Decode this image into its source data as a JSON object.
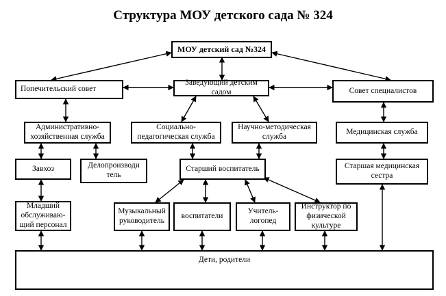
{
  "title": "Структура МОУ детского сада № 324",
  "boxes": {
    "mou": "МОУ детский сад №324",
    "trustees": "Попечительский совет",
    "head": "Заведующий детским садом",
    "specialists": "Совет специалистов",
    "admin_service": "Административно-хозяйственная служба",
    "social_service": "Социально-педагогическая служба",
    "method_service": "Научно-методическая служба",
    "medical_service": "Медицинская служба",
    "zavhoz": "Завхоз",
    "clerk": "Делопроизводи тель",
    "senior_teacher": "Старший воспитатель",
    "senior_nurse": "Старшая медицинская сестра",
    "junior_staff": "Младший обслуживаю-щий персонал",
    "music": "Музыкальный руководитель",
    "teachers": "воспитатели",
    "speech": "Учитель-логопед",
    "pe": "Инструктор по физической культуре",
    "children": "Дети, родители"
  }
}
